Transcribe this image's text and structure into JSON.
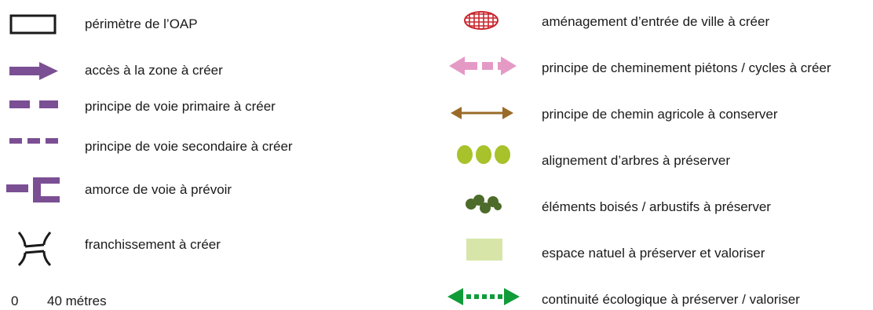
{
  "legend": {
    "left": [
      {
        "symbol": "rectangle-outline-icon",
        "label": "périmètre de l’OAP"
      },
      {
        "symbol": "arrow-right-icon",
        "label": "accès à la zone à créer"
      },
      {
        "symbol": "dashed-thick-line-icon",
        "label": "principe de voie primaire à créer"
      },
      {
        "symbol": "dashed-thin-line-icon",
        "label": "principe de voie secondaire à créer"
      },
      {
        "symbol": "road-stub-icon",
        "label": "amorce de voie à prévoir"
      },
      {
        "symbol": "bridge-crossing-icon",
        "label": "franchissement à créer"
      }
    ],
    "right": [
      {
        "symbol": "hatched-ellipse-icon",
        "label": "aménagement d’entrée de ville à créer"
      },
      {
        "symbol": "double-arrow-dashed-icon",
        "label": "principe de cheminement piétons / cycles à créer"
      },
      {
        "symbol": "double-arrow-thin-icon",
        "label": "principe de chemin agricole à conserver"
      },
      {
        "symbol": "three-ovals-icon",
        "label": "alignement d’arbres à préserver"
      },
      {
        "symbol": "shrub-cluster-icon",
        "label": "éléments boisés / arbustifs à préserver"
      },
      {
        "symbol": "green-area-icon",
        "label": "espace natuel à préserver et valoriser"
      },
      {
        "symbol": "double-arrow-dotted-icon",
        "label": "continuité écologique à préserver / valoriser"
      }
    ]
  },
  "scale": {
    "zero": "0",
    "distance": "40 métres"
  },
  "colors": {
    "purple": "#7b4f93",
    "black": "#1a1a1a",
    "red": "#c9252c",
    "pink": "#e59ac6",
    "brown": "#9a6b28",
    "yellow_green": "#a7c22a",
    "dark_green": "#4d6b2a",
    "pale_green": "#d7e6a8",
    "bright_green": "#119c3a"
  }
}
